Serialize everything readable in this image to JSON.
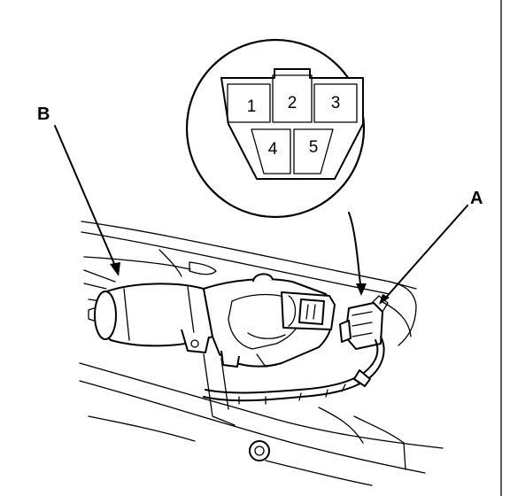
{
  "callouts": {
    "a": "A",
    "b": "B"
  },
  "connector_pins": [
    "1",
    "2",
    "3",
    "4",
    "5"
  ],
  "colors": {
    "ink": "#000000",
    "background": "#ffffff"
  }
}
